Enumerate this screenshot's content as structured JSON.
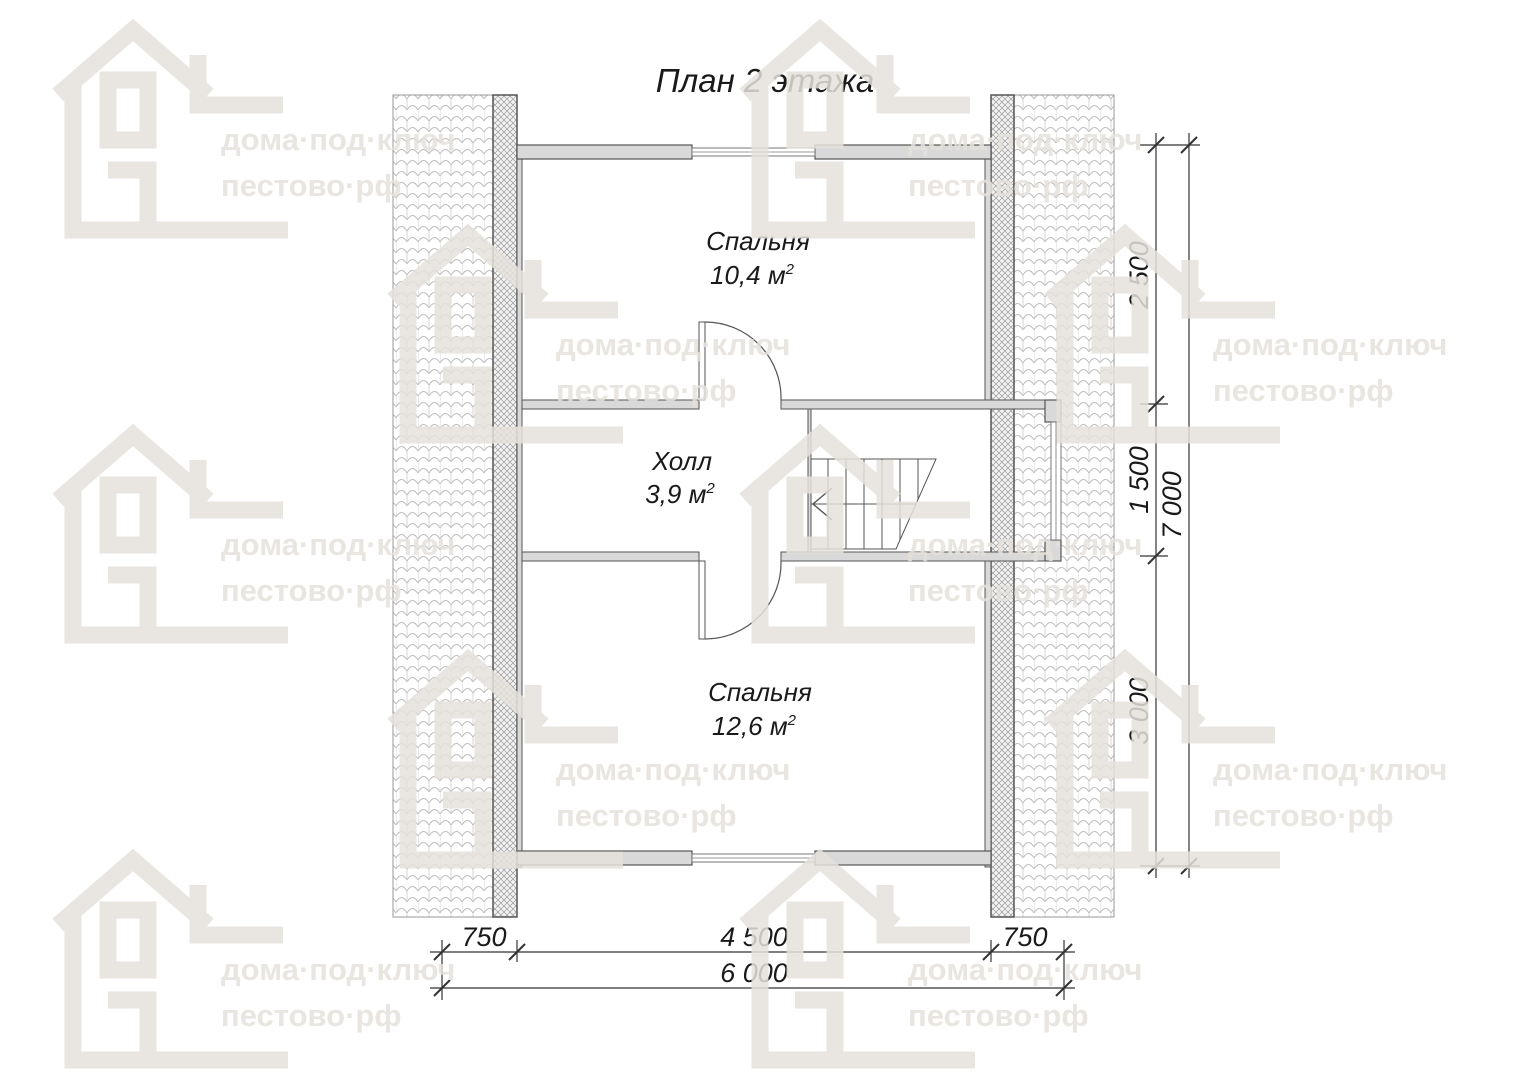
{
  "title": "План 2 этажа",
  "rooms": [
    {
      "name": "Спальня",
      "area": "10,4 м",
      "sup": "2"
    },
    {
      "name": "Холл",
      "area": "3,9 м",
      "sup": "2"
    },
    {
      "name": "Спальня",
      "area": "12,6 м",
      "sup": "2"
    }
  ],
  "dimensions": {
    "bottom": {
      "left": "750",
      "middle": "4 500",
      "right": "750",
      "total": "6 000"
    },
    "right": {
      "top": "2 500",
      "middle": "1 500",
      "bottom": "3 000",
      "total": "7 000"
    }
  },
  "watermark": {
    "line1": "дома·под·ключ",
    "line2": "пестово·рф"
  },
  "colors": {
    "wall": "#d9d9d9",
    "outline": "#555555",
    "roof": "#e8e8e8",
    "watermark": "#e6e1db",
    "text": "#1a1a1a"
  }
}
